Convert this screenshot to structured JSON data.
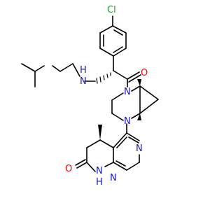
{
  "colors": {
    "bond": "#000000",
    "carbon": "#000000",
    "nitrogen": "#1414d2",
    "oxygen": "#ff0000",
    "chlorine": "#1e9e1e",
    "background": "#ffffff"
  },
  "labels": {
    "cl": "Cl",
    "nh_amine_n": "N",
    "nh_amine_h": "H",
    "carbonyl_o": "O",
    "pip_n_top": "N",
    "pip_n_bottom": "N",
    "pyr_n_top": "N",
    "pyr_n_bottom": "N",
    "lactam_o": "O",
    "lactam_n": "N",
    "lactam_h": "H"
  }
}
